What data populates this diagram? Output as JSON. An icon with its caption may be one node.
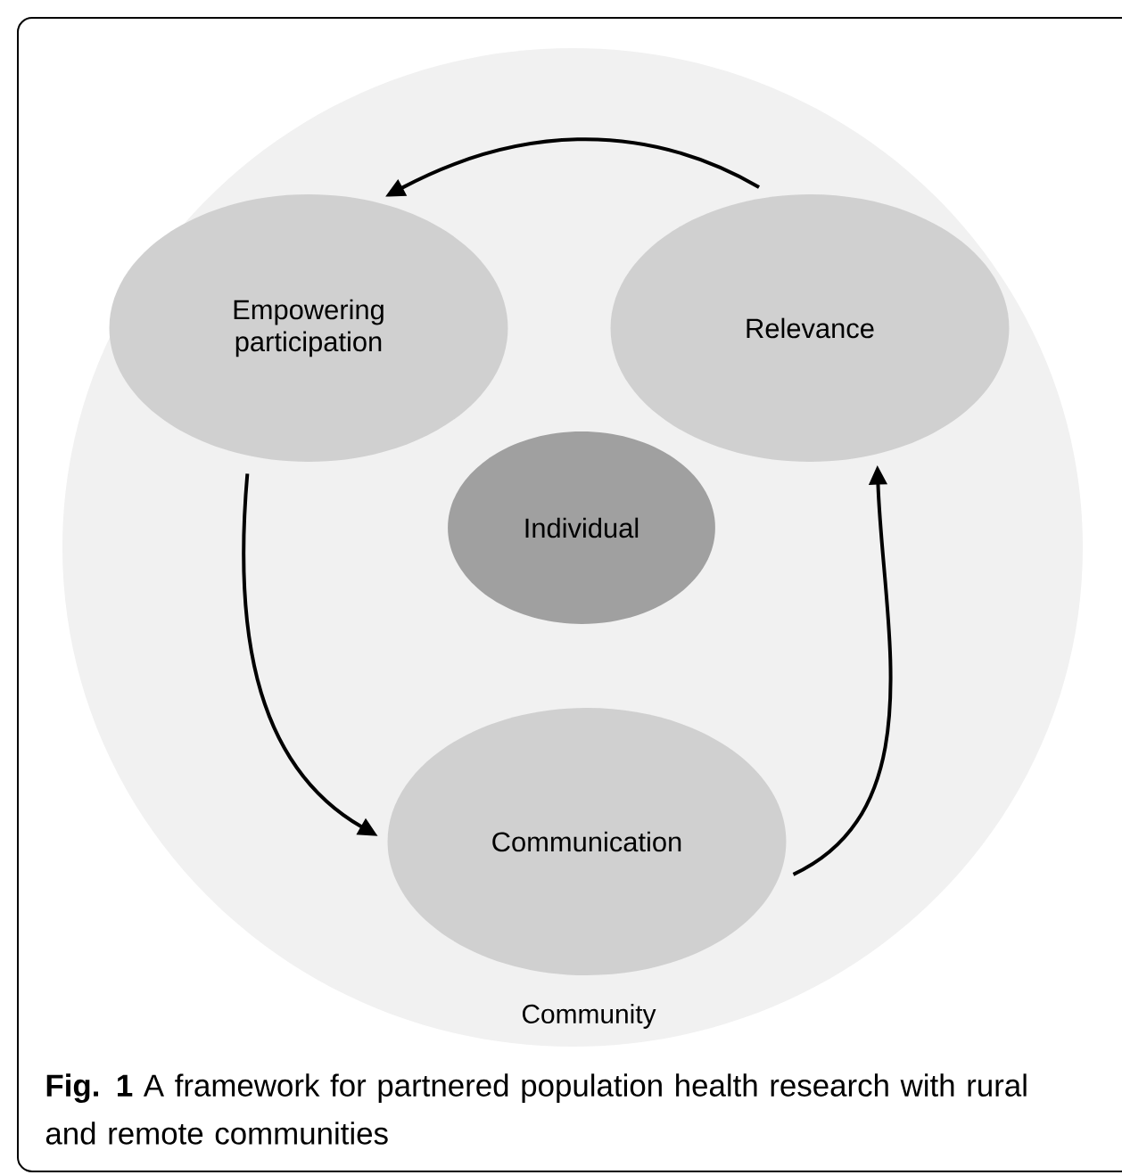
{
  "diagram": {
    "caption": "**Fig. 1** A framework for partnered population health research with rural and remote communities",
    "nodes": [
      {
        "text": [
          "Community"
        ]
      },
      {
        "text": [
          "Empowering participation"
        ],
        "in": 0
      },
      {
        "text": [
          "Relevance"
        ],
        "in": 0
      },
      {
        "text": [
          "Individual"
        ],
        "in": 0
      },
      {
        "text": [
          "Communication"
        ],
        "in": 0
      }
    ],
    "edges": [
      {
        "from": 2,
        "to": 1,
        "arrow": "to"
      },
      {
        "from": 1,
        "to": 4,
        "arrow": "to"
      },
      {
        "from": 4,
        "to": 2,
        "arrow": "to"
      }
    ]
  }
}
